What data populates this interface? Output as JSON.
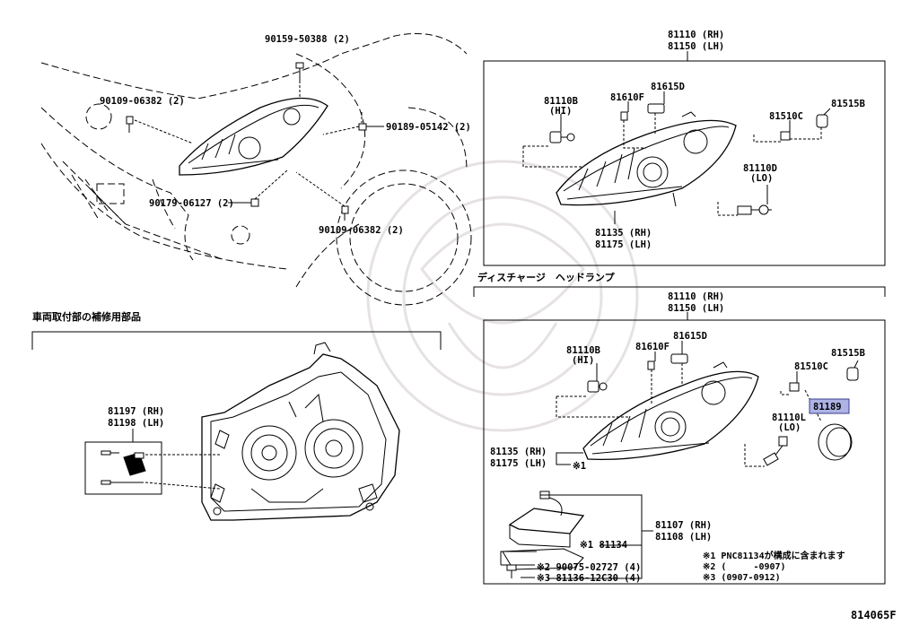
{
  "callouts": {
    "overview": {
      "p_9015950388": "90159-50388 (2)",
      "p_9010906382_a": "90109-06382 (2)",
      "p_9018905142": "90189-05142 (2)",
      "p_9017906127": "90179-06127 (2)",
      "p_9010906382_b": "90109-06382 (2)"
    },
    "halogen": {
      "assy_rh": "81110 (RH)",
      "assy_lh": "81150 (LH)",
      "p_81110b": "81110B",
      "p_81110b_sub": "(HI)",
      "p_81610f": "81610F",
      "p_81615d": "81615D",
      "p_81515b": "81515B",
      "p_81510c": "81510C",
      "p_81110d": "81110D",
      "p_81110d_sub": "(LO)",
      "housing_rh": "81135 (RH)",
      "housing_lh": "81175 (LH)"
    },
    "discharge": {
      "title": "ディスチャージ　ヘッドランプ",
      "assy_rh": "81110 (RH)",
      "assy_lh": "81150 (LH)",
      "p_81110b": "81110B",
      "p_81110b_sub": "(HI)",
      "p_81610f": "81610F",
      "p_81615d": "81615D",
      "p_81515b": "81515B",
      "p_81510c": "81510C",
      "p_81189": "81189",
      "p_81110l": "81110L",
      "p_81110l_sub": "(LO)",
      "housing_rh": "81135 (RH)",
      "housing_lh": "81175 (LH)",
      "housing_mark": "※1",
      "ballast_rh": "81107 (RH)",
      "ballast_lh": "81108 (LH)",
      "p_81134": "※1 81134",
      "p_9007502727": "※2 90075-02727 (4)",
      "p_8113612c30": "※3 81136-12C30 (4)"
    },
    "repair": {
      "title": "車両取付部の補修用部品",
      "p_rh": "81197 (RH)",
      "p_lh": "81198 (LH)"
    }
  },
  "notes": [
    "※1 PNC81134が構成に含まれます",
    "※2 (　　　-0907)",
    "※3 (0907-0912)"
  ],
  "highlight_color": "#aeb3e6",
  "figure_id": "814065F"
}
